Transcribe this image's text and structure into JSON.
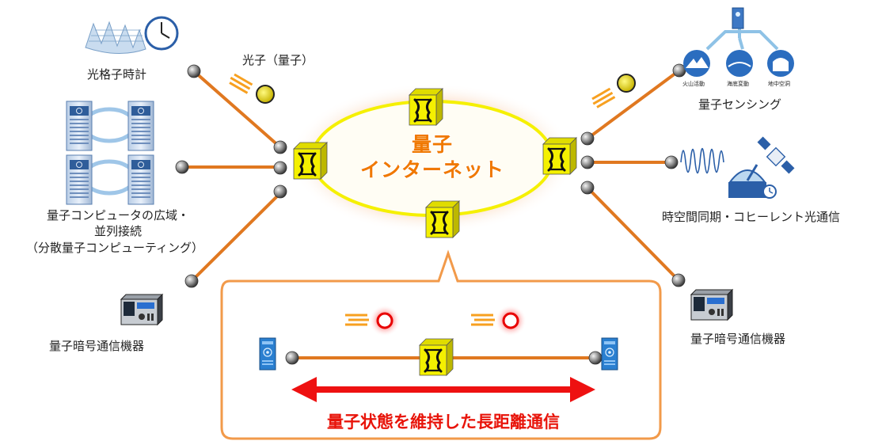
{
  "center_title": [
    "量子",
    "インターネット"
  ],
  "labels": {
    "optical_lattice_clock": "光格子時計",
    "photon": "光子（量子）",
    "qc_wide": "量子コンピュータの広域・",
    "qc_parallel": "並列接続",
    "qc_distributed": "（分散量子コンピューティング）",
    "qkd_left": "量子暗号通信機器",
    "qkd_right": "量子暗号通信機器",
    "sensing": "量子センシング",
    "sync": "時空間同期・コヒーレント光通信",
    "sense_volcano": "火山活動",
    "sense_seafloor": "海底変動",
    "sense_underground": "地中空洞",
    "long_distance": "量子状態を維持した長距離通信"
  },
  "colors": {
    "link": "#e07820",
    "ring": "#f5f000",
    "glow": "#f7b27a",
    "switch_face": "#f4f000",
    "callout_border": "#f29a4a",
    "arrow": "#ee1111",
    "title_orange": "#f07800",
    "title_red": "#e8140a"
  },
  "icons": [
    "optical-clock-icon",
    "quantum-computer-server-icon",
    "photon-icon",
    "qkd-device-icon",
    "satellite-icon",
    "observatory-icon",
    "sensor-network-icon",
    "quantum-switch-icon",
    "waveform-icon"
  ]
}
